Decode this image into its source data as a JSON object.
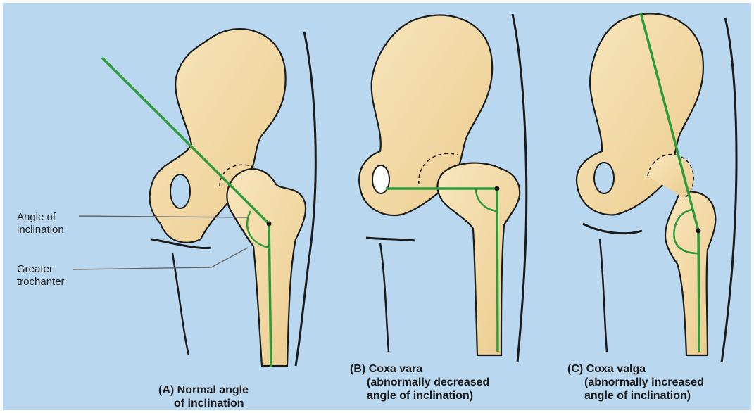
{
  "colors": {
    "background": "#b9d7ef",
    "bone": "#f4deae",
    "bone_shade": "#e7c684",
    "outline": "#1b1b1b",
    "axis_line": "#2e9a3a"
  },
  "labels": {
    "angle_of_inclination": [
      "Angle of",
      "inclination"
    ],
    "greater_trochanter": [
      "Greater",
      "trochanter"
    ]
  },
  "panels": [
    {
      "caption": [
        "(A) Normal angle",
        "of inclination"
      ]
    },
    {
      "caption": [
        "(B) Coxa vara",
        "(abnormally decreased",
        "angle of inclination)"
      ]
    },
    {
      "caption": [
        "(C) Coxa valga",
        "(abnormally increased",
        "angle of inclination)"
      ]
    }
  ]
}
